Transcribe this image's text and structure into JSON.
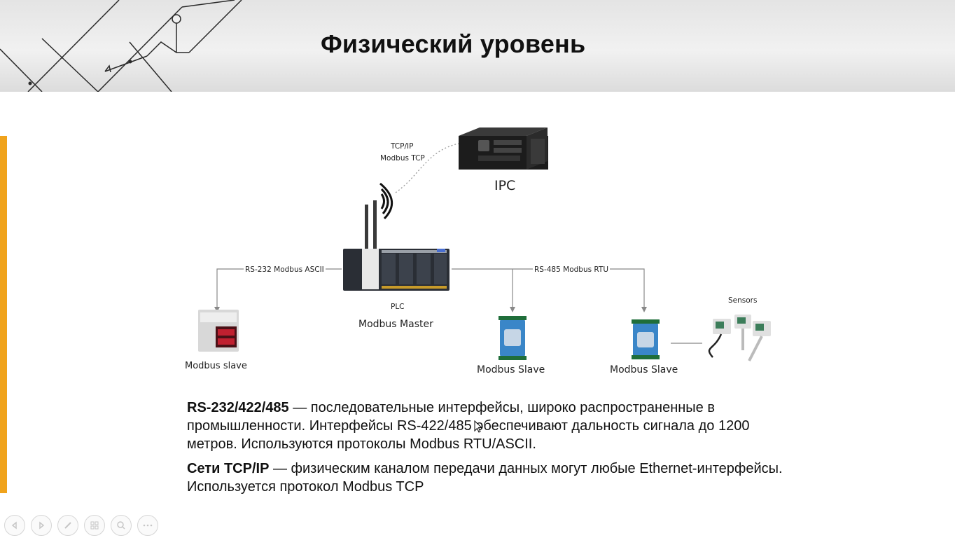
{
  "slide": {
    "title": "Физический уровень"
  },
  "diagram": {
    "tcp_label_line1": "TCP/IP",
    "tcp_label_line2": "Modbus TCP",
    "ipc_label": "IPC",
    "rs232_label": "RS-232 Modbus ASCII",
    "rs485_label": "RS-485 Modbus RTU",
    "plc_label": "PLC",
    "master_label": "Modbus Master",
    "slave_left_label": "Modbus slave",
    "slave_mid_label": "Modbus Slave",
    "slave_right_label": "Modbus Slave",
    "sensors_label": "Sensors"
  },
  "text": {
    "p1_bold": "RS-232/422/485",
    "p1_rest": " — последовательные интерфейсы, широко распространенные в промышленности. Интерфейсы RS-422/485 обеспечивают дальность сигнала до 1200 метров. Используются протоколы Modbus RTU/ASCII.",
    "p2_bold": "Сети TCP/IP",
    "p2_rest": " — физическим каналом передачи данных могут любые Ethernet-интерфейсы. Используется протокол Modbus TCP"
  },
  "toolbar": {
    "icons": [
      "previous-icon",
      "next-icon",
      "pen-icon",
      "slides-icon",
      "zoom-icon",
      "more-icon"
    ]
  },
  "colors": {
    "accent": "#f0a31c",
    "title": "#111111"
  }
}
